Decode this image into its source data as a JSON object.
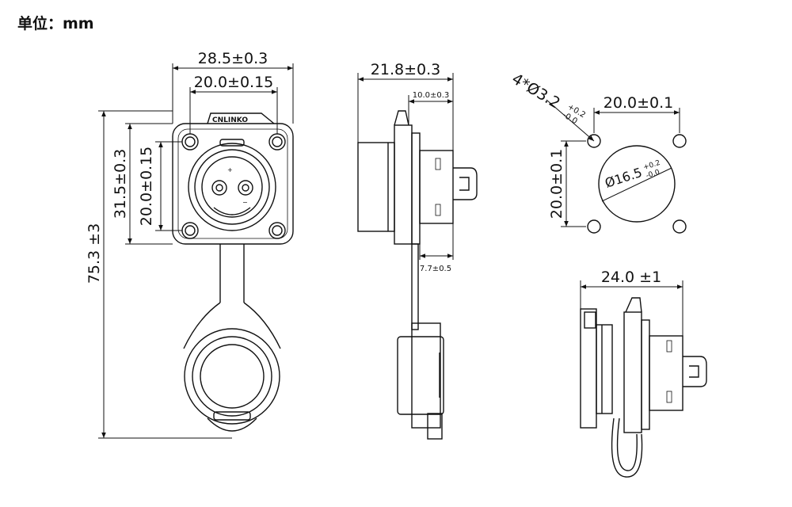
{
  "unit_label": "单位：mm",
  "brand_logo_text": "CNLINKO",
  "front_view": {
    "overall_width": "28.5±0.3",
    "hole_pitch_h": "20.0±0.15",
    "flange_height": "31.5±0.3",
    "hole_pitch_v": "20.0±0.15",
    "total_length": "75.3 ±3"
  },
  "side_view": {
    "depth": "21.8±0.3",
    "front_depth": "10.0±0.3",
    "rear_depth": "7.7±0.5"
  },
  "panel_cutout": {
    "mount_holes": "4*Ø3.2",
    "mount_holes_tol_plus": "+0.2",
    "mount_holes_tol_minus": "-0.0",
    "pitch_h": "20.0±0.1",
    "pitch_v": "20.0±0.1",
    "center_hole": "Ø16.5",
    "center_hole_tol_plus": "+0.2",
    "center_hole_tol_minus": "-0.0"
  },
  "side_view_capped": {
    "depth": "24.0 ±1"
  },
  "colors": {
    "line": "#111111",
    "background": "#ffffff"
  }
}
